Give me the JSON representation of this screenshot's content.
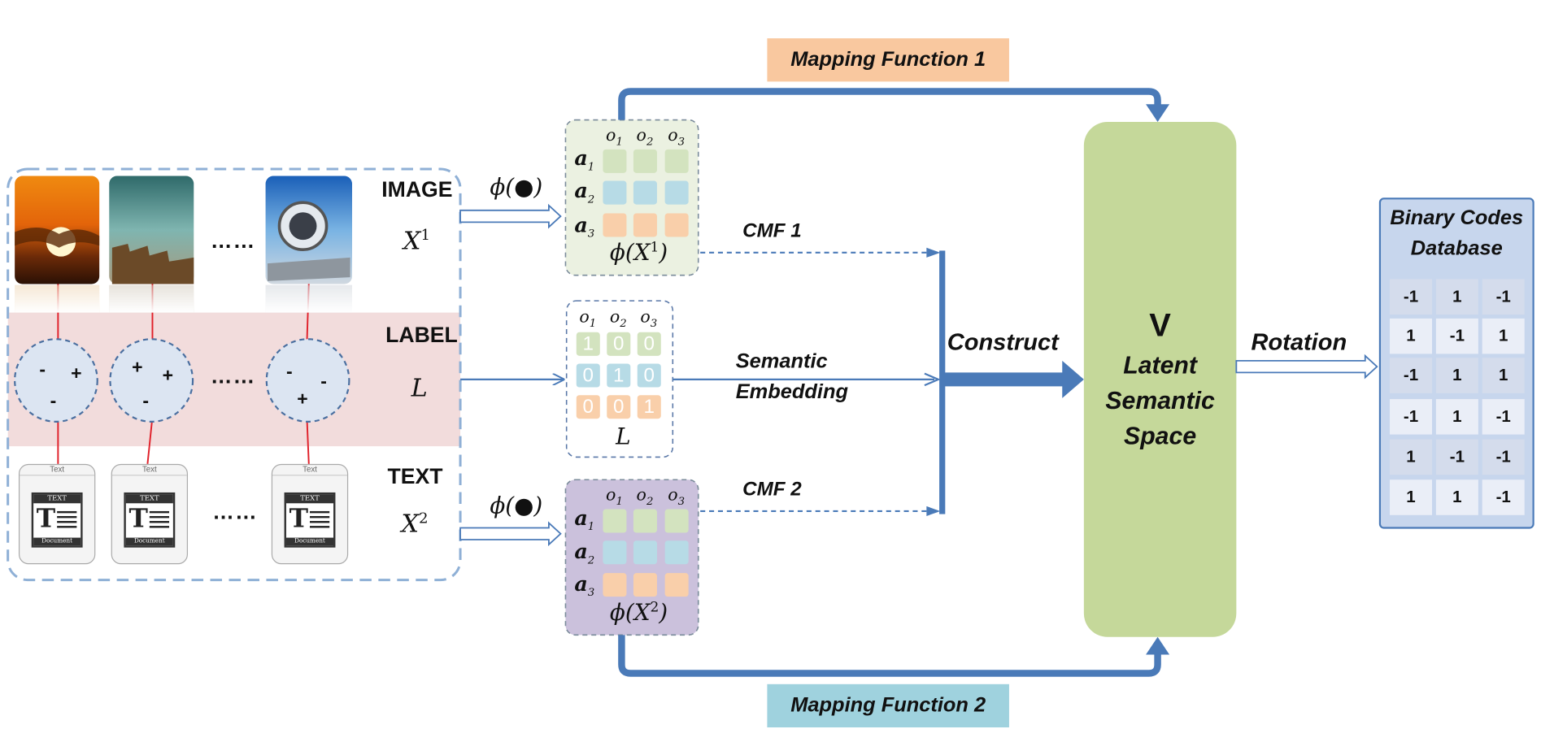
{
  "modalities": {
    "image": {
      "label": "IMAGE",
      "symbol": "X",
      "sup": "1"
    },
    "label": {
      "label": "LABEL",
      "symbol": "L"
    },
    "text": {
      "label": "TEXT",
      "symbol": "X",
      "sup": "2"
    }
  },
  "ellipsis": "……",
  "label_signs": [
    [
      "-",
      "+",
      "-"
    ],
    [
      "+",
      "+",
      "-"
    ],
    [
      "-",
      "-",
      "+"
    ]
  ],
  "doc_icon": {
    "top": "Text",
    "cap": "TEXT",
    "bottom": "Document",
    "letter": "T"
  },
  "phi": "ϕ(●)",
  "matrix": {
    "col_headers": [
      "o1",
      "o2",
      "o3"
    ],
    "row_headers": [
      "a1",
      "a2",
      "a3"
    ],
    "caption_image": "ϕ(X1)",
    "caption_text": "ϕ(X2)",
    "caption_label": "L"
  },
  "label_matrix": [
    [
      "1",
      "0",
      "0"
    ],
    [
      "0",
      "1",
      "0"
    ],
    [
      "0",
      "0",
      "1"
    ]
  ],
  "edges": {
    "cmf1": "CMF 1",
    "cmf2": "CMF 2",
    "semantic_line1": "Semantic",
    "semantic_line2": "Embedding",
    "construct": "Construct",
    "rotation": "Rotation"
  },
  "mapping1": "Mapping Function 1",
  "mapping2": "Mapping Function 2",
  "latent": {
    "symbol": "V",
    "line1": "Latent",
    "line2": "Semantic",
    "line3": "Space"
  },
  "binary_db": {
    "title1": "Binary Codes",
    "title2": "Database",
    "rows": [
      [
        "-1",
        "1",
        "-1"
      ],
      [
        "1",
        "-1",
        "1"
      ],
      [
        "-1",
        "1",
        "1"
      ],
      [
        "-1",
        "1",
        "-1"
      ],
      [
        "1",
        "-1",
        "-1"
      ],
      [
        "1",
        "1",
        "-1"
      ]
    ]
  },
  "colors": {
    "arrow_blue": "#4a7ab8",
    "green_cell": "#d3e3bf",
    "blue_cell": "#b7dbe6",
    "orange_cell": "#f9cfaa",
    "latent_green": "#c5d89a",
    "label_band": "#f2dcdc",
    "mapping1_bg": "#f9c89f",
    "mapping2_bg": "#9fd2de"
  }
}
